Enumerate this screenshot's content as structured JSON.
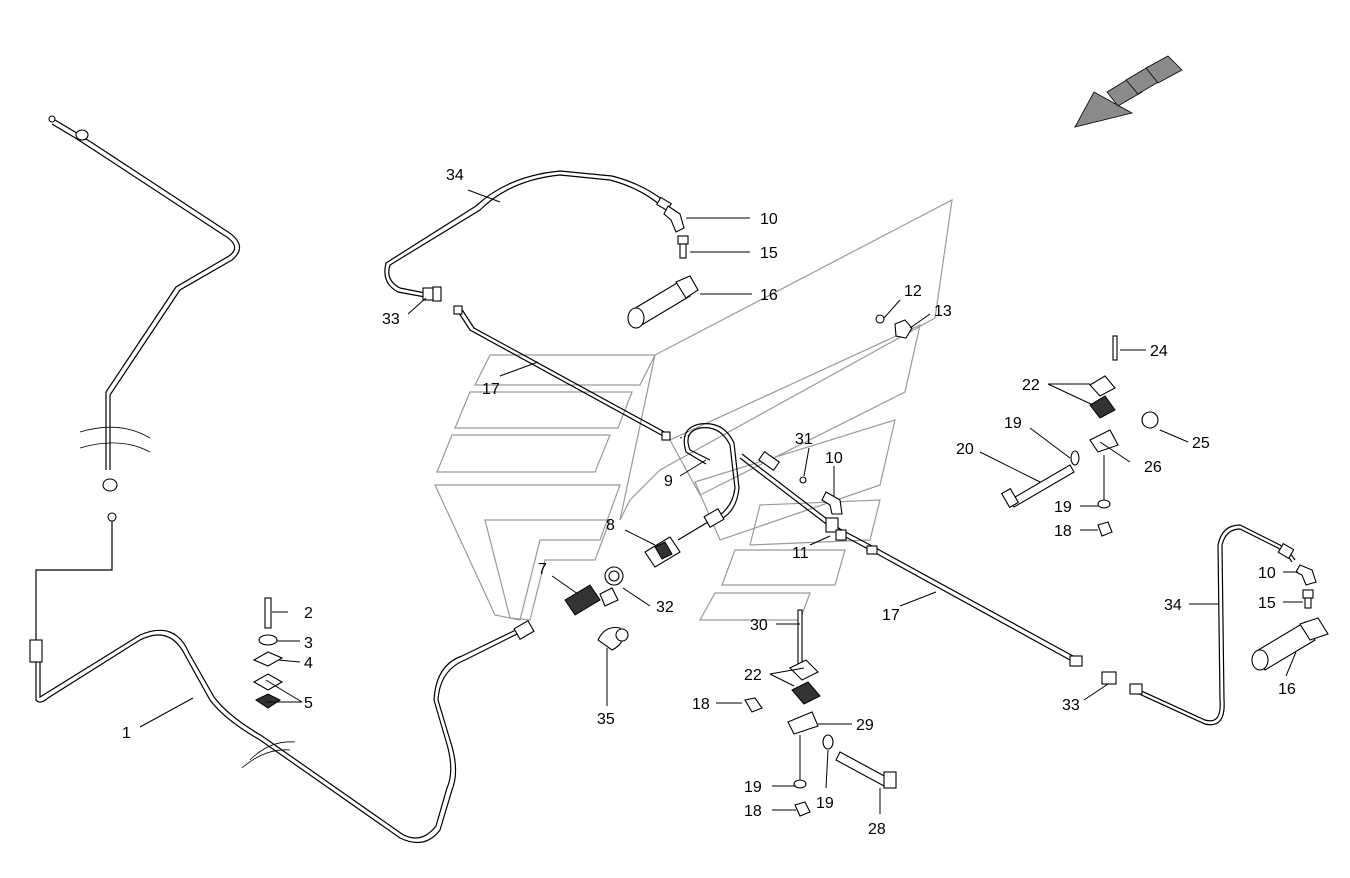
{
  "diagram": {
    "callouts": [
      {
        "id": "c1",
        "text": "1"
      },
      {
        "id": "c2",
        "text": "2"
      },
      {
        "id": "c3",
        "text": "3"
      },
      {
        "id": "c4",
        "text": "4"
      },
      {
        "id": "c5",
        "text": "5"
      },
      {
        "id": "c7",
        "text": "7"
      },
      {
        "id": "c8",
        "text": "8"
      },
      {
        "id": "c9",
        "text": "9"
      },
      {
        "id": "c10a",
        "text": "10"
      },
      {
        "id": "c10b",
        "text": "10"
      },
      {
        "id": "c10c",
        "text": "10"
      },
      {
        "id": "c11",
        "text": "11"
      },
      {
        "id": "c12",
        "text": "12"
      },
      {
        "id": "c13",
        "text": "13"
      },
      {
        "id": "c15a",
        "text": "15"
      },
      {
        "id": "c15b",
        "text": "15"
      },
      {
        "id": "c16a",
        "text": "16"
      },
      {
        "id": "c16b",
        "text": "16"
      },
      {
        "id": "c17a",
        "text": "17"
      },
      {
        "id": "c17b",
        "text": "17"
      },
      {
        "id": "c18a",
        "text": "18"
      },
      {
        "id": "c18b",
        "text": "18"
      },
      {
        "id": "c18c",
        "text": "18"
      },
      {
        "id": "c19a",
        "text": "19"
      },
      {
        "id": "c19b",
        "text": "19"
      },
      {
        "id": "c19c",
        "text": "19"
      },
      {
        "id": "c19d",
        "text": "19"
      },
      {
        "id": "c20",
        "text": "20"
      },
      {
        "id": "c22a",
        "text": "22"
      },
      {
        "id": "c22b",
        "text": "22"
      },
      {
        "id": "c24",
        "text": "24"
      },
      {
        "id": "c25",
        "text": "25"
      },
      {
        "id": "c26",
        "text": "26"
      },
      {
        "id": "c28",
        "text": "28"
      },
      {
        "id": "c29",
        "text": "29"
      },
      {
        "id": "c30",
        "text": "30"
      },
      {
        "id": "c31",
        "text": "31"
      },
      {
        "id": "c32",
        "text": "32"
      },
      {
        "id": "c33a",
        "text": "33"
      },
      {
        "id": "c33b",
        "text": "33"
      },
      {
        "id": "c34a",
        "text": "34"
      },
      {
        "id": "c34b",
        "text": "34"
      },
      {
        "id": "c35",
        "text": "35"
      }
    ],
    "colors": {
      "line": "#000000",
      "watermark": "#9a9a9a",
      "arrow_fill": "#8a8a8a"
    },
    "icons": {
      "direction": "travel-direction-arrow-icon",
      "watermark": "brand-logo-watermark"
    }
  }
}
